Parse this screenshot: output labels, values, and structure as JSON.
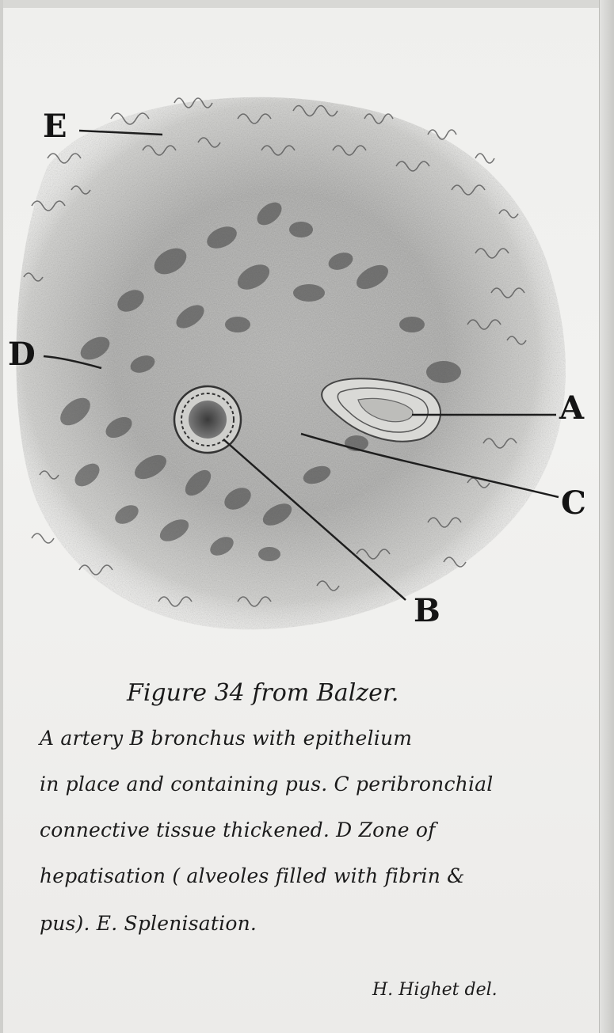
{
  "figure": {
    "labels": {
      "A": "A",
      "B": "B",
      "C": "C",
      "D": "D",
      "E": "E"
    },
    "caption": {
      "title": "Figure 34 from Balzer.",
      "line1": "A artery B bronchus with epithelium",
      "line2": "in place and containing pus. C peribronchial",
      "line3": "connective tissue thickened. D Zone of",
      "line4": "hepatisation ( alveoles filled with fibrin &",
      "line5": "pus). E. Splenisation."
    },
    "signature": "H. Highet del."
  },
  "colors": {
    "paper": "#efefed",
    "ink": "#1b1b1b",
    "shade_dark": "#3a3a3a",
    "shade_mid": "#8a8a8a"
  }
}
